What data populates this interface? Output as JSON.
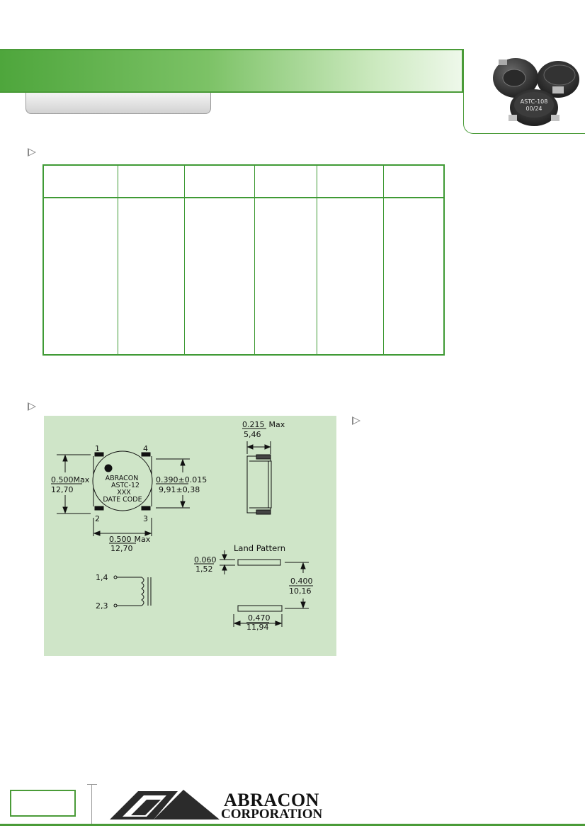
{
  "product_photo": {
    "part_label": "ASTC-108",
    "date_label": "00/24"
  },
  "drawing": {
    "pins": {
      "p1": "1",
      "p2": "2",
      "p3": "3",
      "p4": "4"
    },
    "marking": {
      "line1": "ABRACON",
      "line2": "ASTC-12",
      "line3": "XXX",
      "line4": "DATE CODE"
    },
    "dims": {
      "height_in": "0.500",
      "height_suffix": "Max",
      "height_mm": "12,70",
      "pitch_in": "0.390±0.015",
      "pitch_mm": "9,91±0,38",
      "width_in": "0.500",
      "width_suffix": "Max",
      "width_mm": "12,70",
      "side_in": "0.215",
      "side_suffix": "Max",
      "side_mm": "5,46"
    },
    "schematic": {
      "pin_top": "1,4",
      "pin_bottom": "2,3"
    },
    "land_pattern": {
      "title": "Land Pattern",
      "pad_h_in": "0.060",
      "pad_h_mm": "1,52",
      "gap_in": "0.400",
      "gap_mm": "10,16",
      "pad_w_in": "0,470",
      "pad_w_mm": "11,94"
    }
  },
  "footer": {
    "brand_line1": "ABRACON",
    "brand_line2": "CORPORATION"
  }
}
